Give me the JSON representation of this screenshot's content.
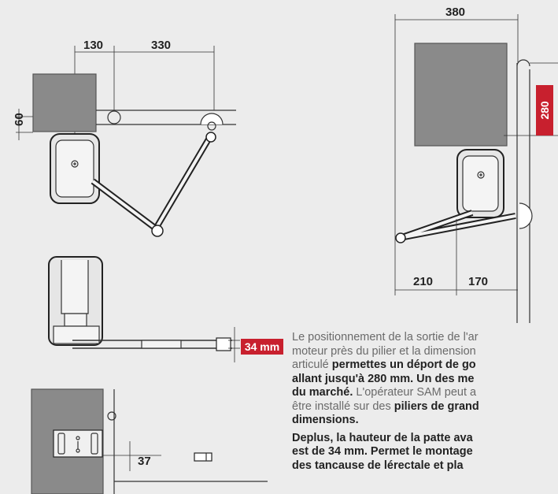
{
  "dimensions": {
    "d130": "130",
    "d330": "330",
    "d60": "60",
    "d380": "380",
    "d280": "280",
    "d210": "210",
    "d170": "170",
    "d34": "34 mm",
    "d37": "37"
  },
  "description": {
    "l1": "Le positionnement de la sortie de l'ar",
    "l2": "moteur près du pilier et la dimension",
    "l3a": "articulé ",
    "l3b": "permettes un déport de go",
    "l4": "allant jusqu'à 280 mm. Un des me",
    "l5a": "du marché.",
    "l5b": " L'opérateur SAM peut a",
    "l6a": "être installé sur des ",
    "l6b": "piliers de grand",
    "l7": "dimensions.",
    "l8": "Deplus, la hauteur de la patte ava",
    "l9": "est de 34 mm. Permet le montage",
    "l10": "des tancause de lérectale et pla"
  },
  "colors": {
    "pillar": "#8a8a8a",
    "accent": "#c8202e",
    "background": "#ececec"
  }
}
